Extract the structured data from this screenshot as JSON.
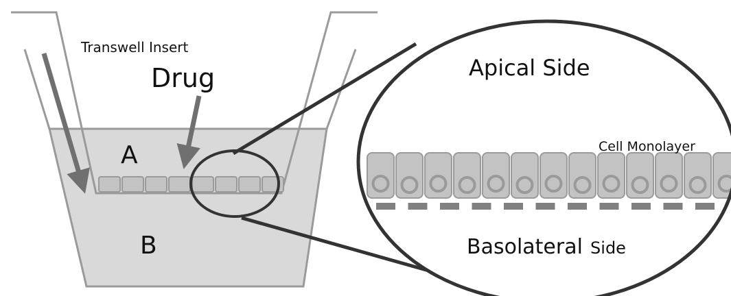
{
  "labels": {
    "transwell_insert": "Transwell Insert",
    "drug": "Drug",
    "apical_compartment": "A",
    "basolateral_compartment": "B",
    "apical_side": "Apical Side",
    "cell_monolayer": "Cell Monolayer",
    "basolateral_word": "Basolateral",
    "side_word": "Side"
  },
  "colors": {
    "media_fill": "#d9d9d9",
    "outline": "#9a9a9a",
    "dark": "#333333",
    "cell_fill": "#c3c3c3",
    "arrow": "#707070",
    "membrane": "#808080"
  },
  "counts": {
    "small_cells": 8,
    "zoom_cells": 13,
    "pore_dashes": 12
  }
}
